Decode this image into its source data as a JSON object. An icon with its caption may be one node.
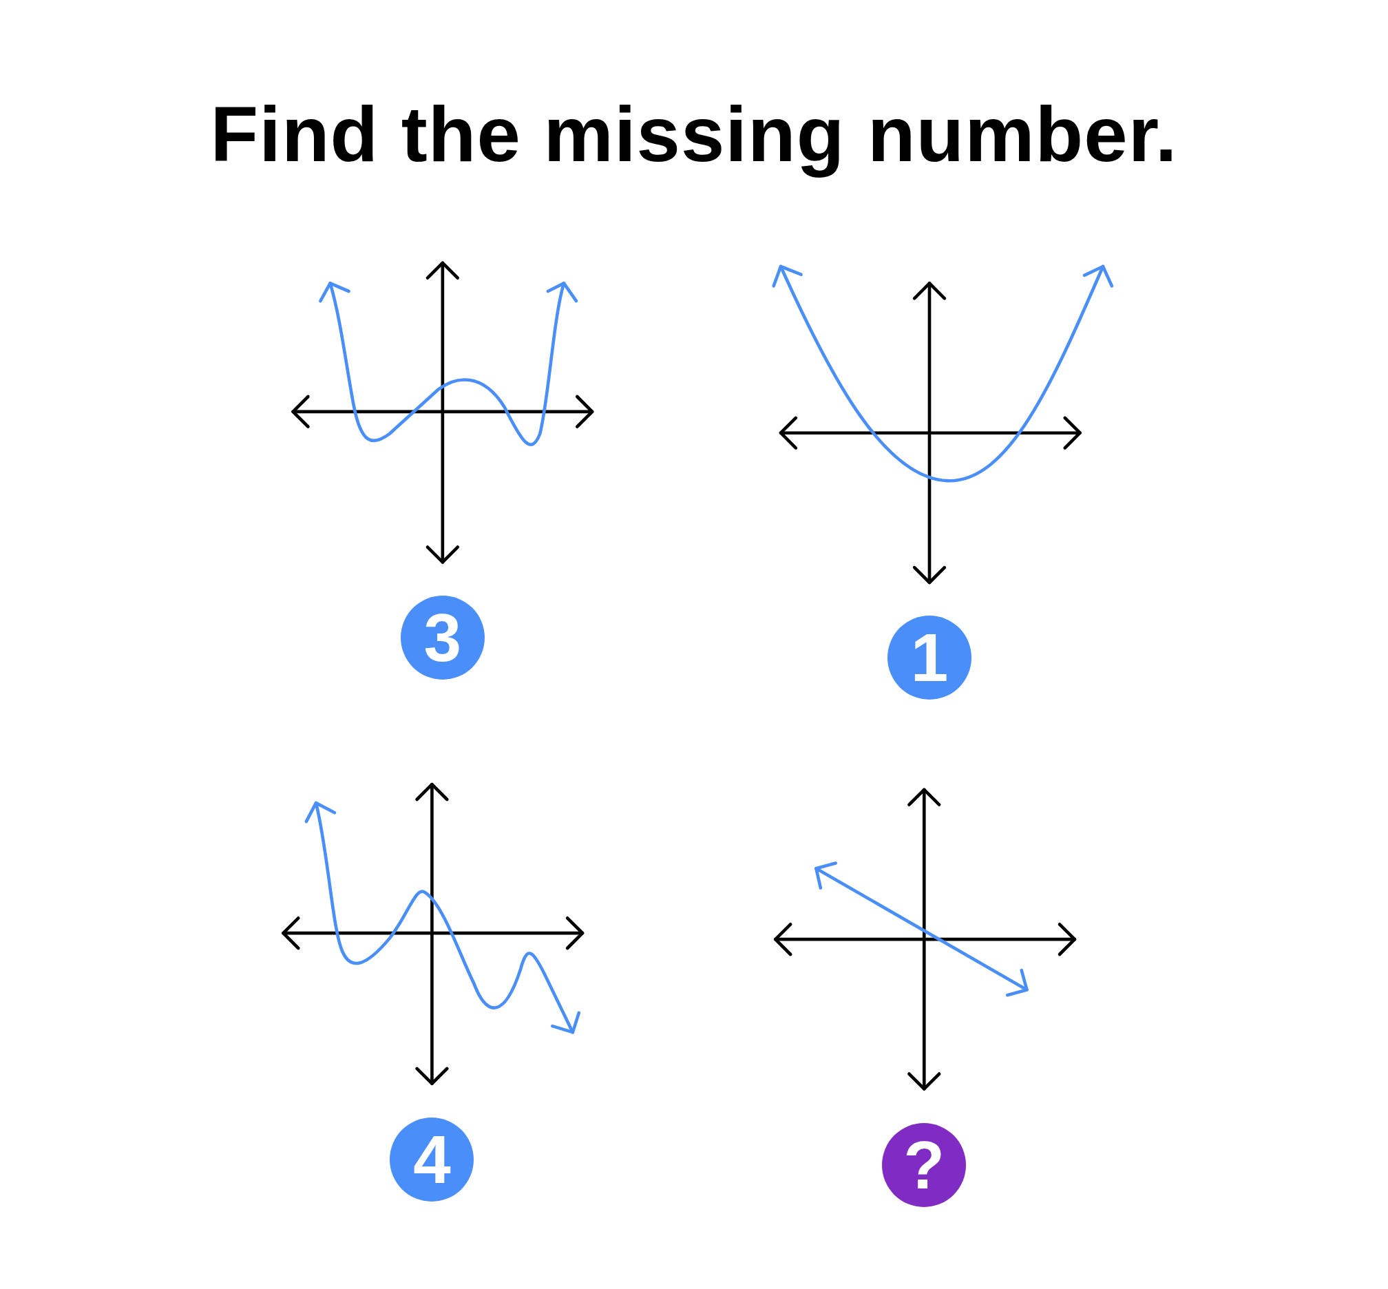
{
  "diagram": {
    "title": "Find the missing number.",
    "nodes": [
      {
        "text": [
          "3"
        ]
      },
      {
        "text": [
          "1"
        ]
      },
      {
        "text": [
          "4"
        ]
      },
      {
        "text": [
          "?"
        ]
      }
    ]
  }
}
